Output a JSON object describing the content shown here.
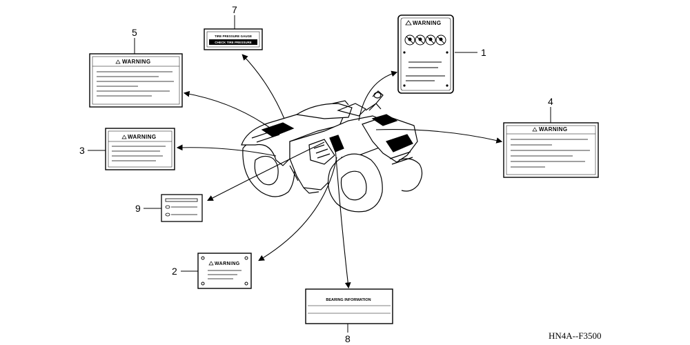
{
  "callouts": {
    "c1": "1",
    "c2": "2",
    "c3": "3",
    "c4": "4",
    "c5": "5",
    "c6": "7",
    "c7": "8",
    "c8": "9"
  },
  "labels": {
    "warning": "WARNING",
    "tire_pressure_line1": "TIRE PRESSURE GAUGE",
    "tire_pressure_line2": "CHECK TIRE PRESSURE",
    "bearing_information": "BEARING INFORMATION"
  },
  "diagram_code": "HN4A--F3500"
}
